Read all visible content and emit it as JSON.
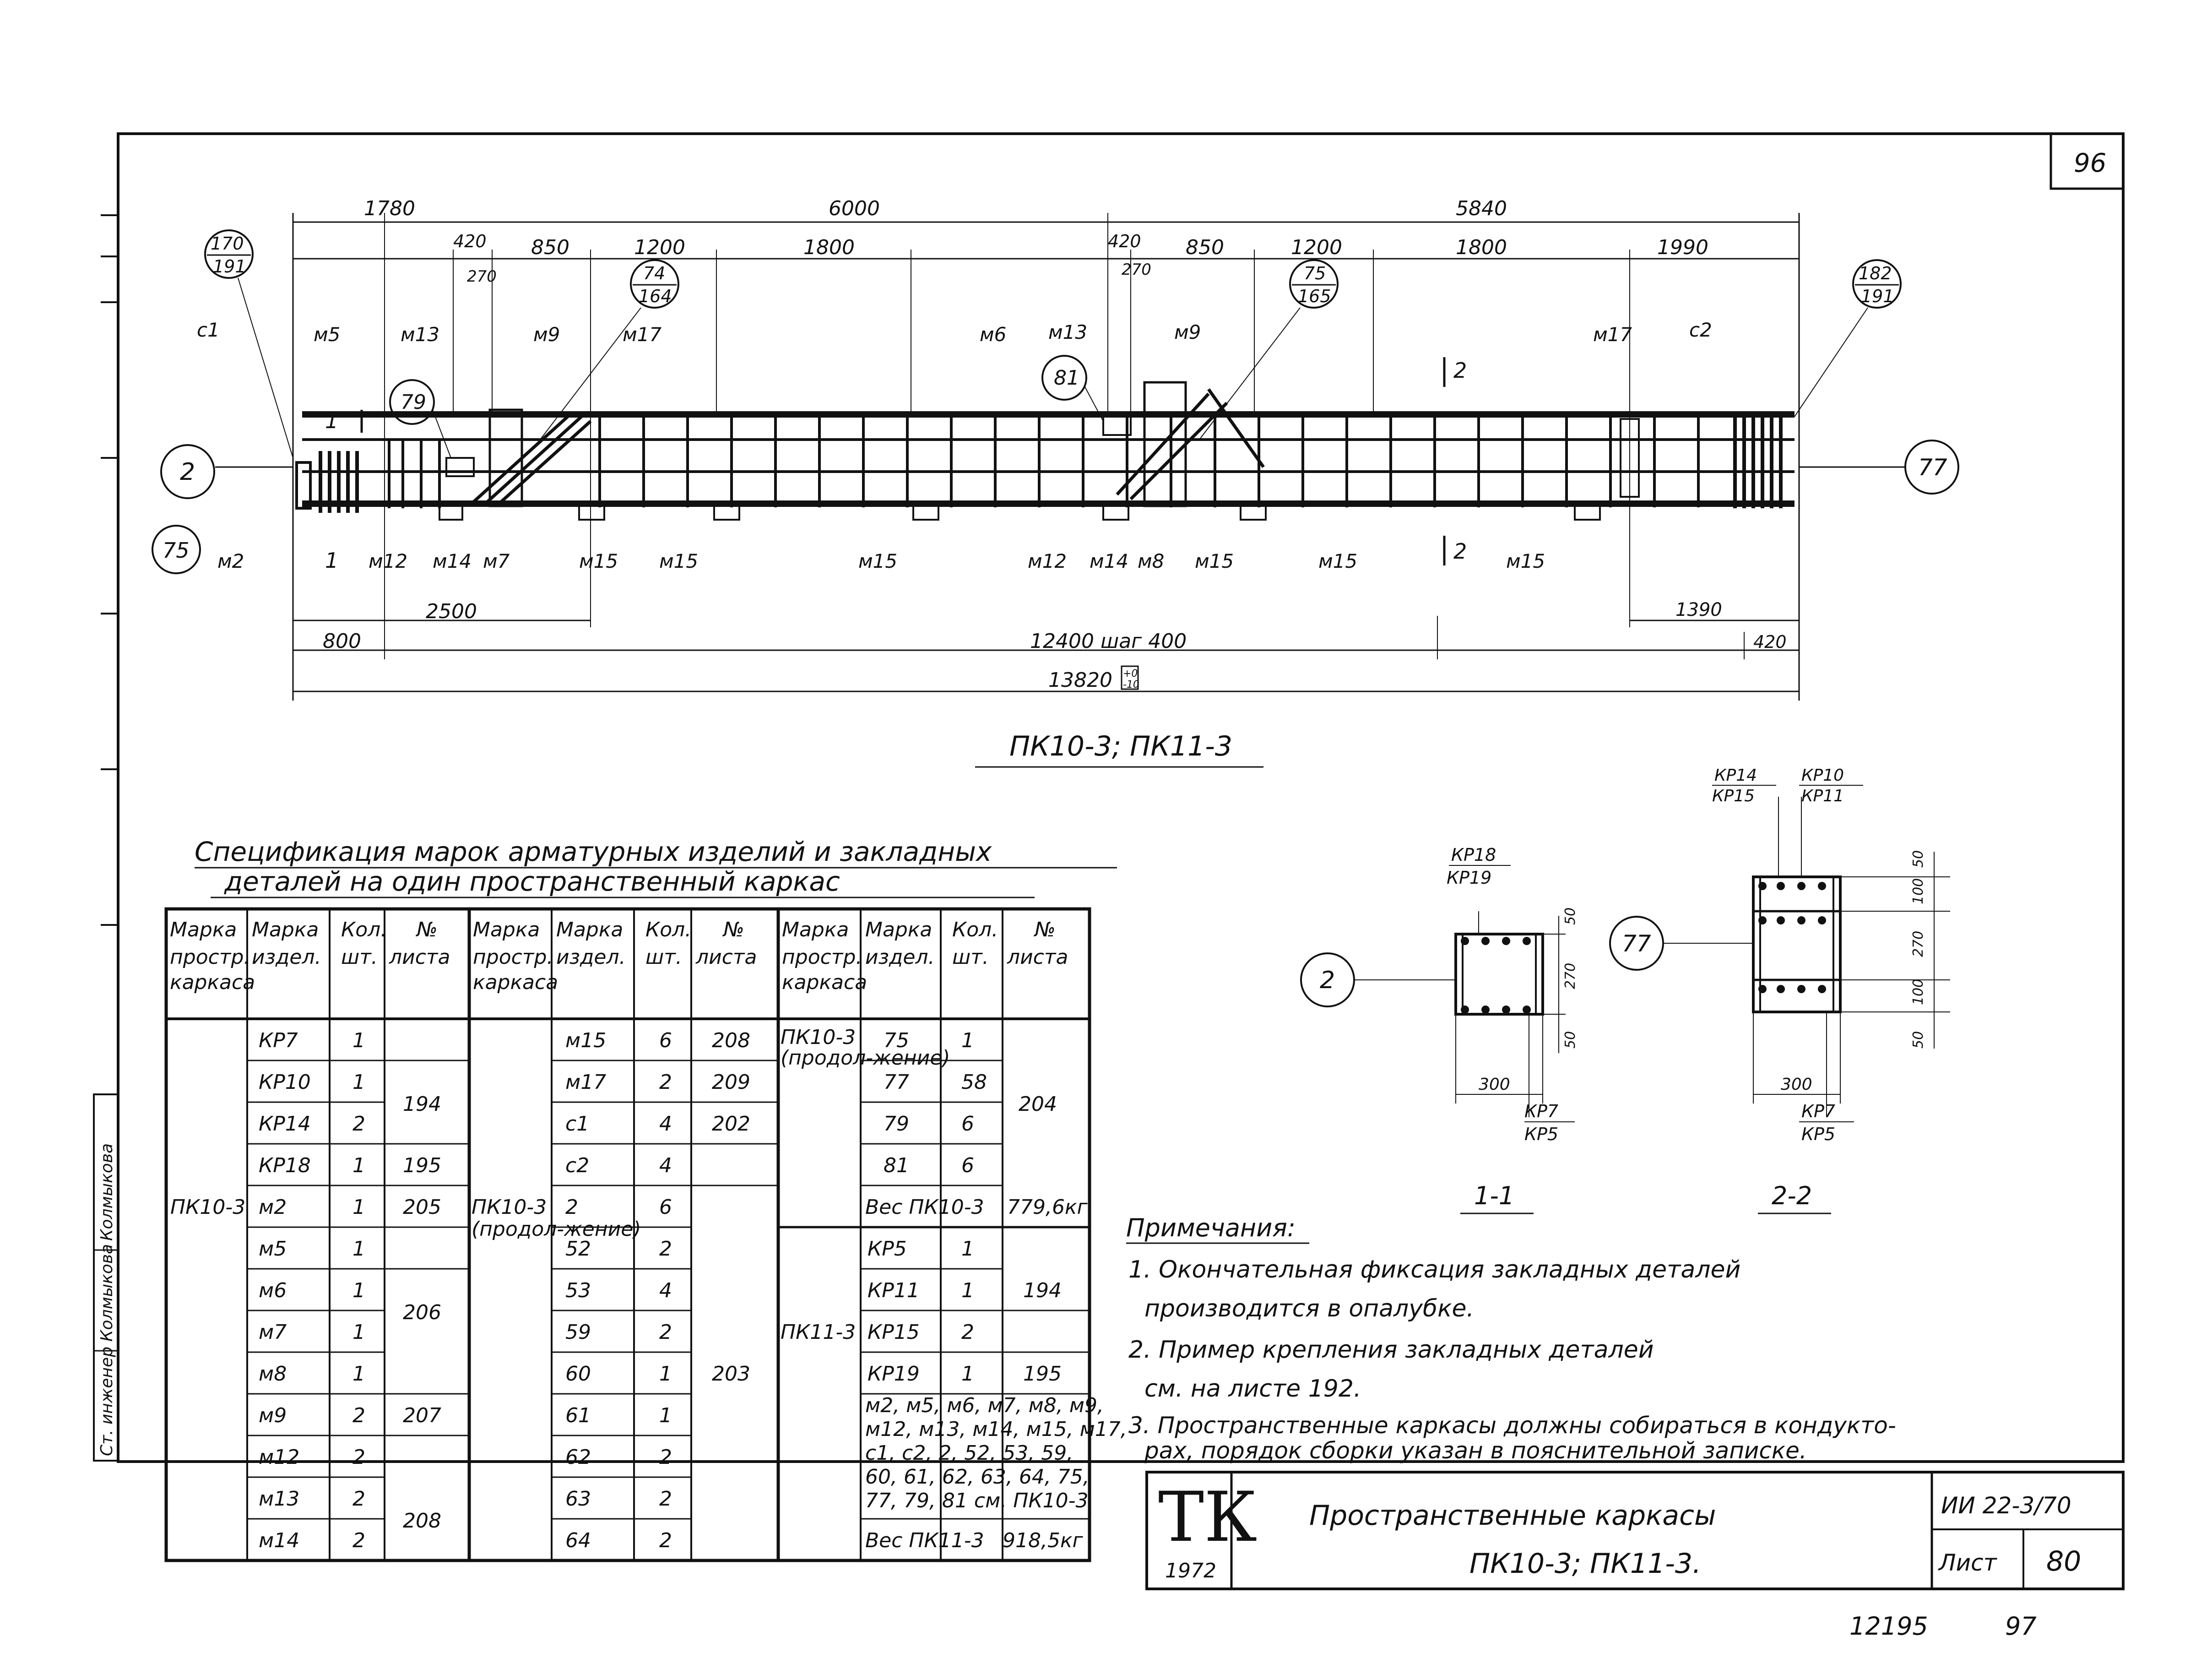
{
  "sheet": {
    "corner_number": "96",
    "bottom_numbers": [
      "12195",
      "97"
    ]
  },
  "side_stamp": {
    "role": "Ст. инженер",
    "name": "Колмыкова",
    "signature": "Колмыкова"
  },
  "drawing": {
    "title": "ПК10-3; ПК11-3",
    "dims_top": [
      "1780",
      "6000",
      "5840"
    ],
    "dims_second": [
      "420",
      "850",
      "1200",
      "1800",
      "420",
      "850",
      "1200",
      "1800",
      "1990"
    ],
    "dims_small": [
      "270",
      "270"
    ],
    "dims_bottom": [
      "800",
      "2500",
      "12400 шаг 400",
      "13820",
      "1390",
      "420"
    ],
    "tolerance": [
      "+0",
      "-10"
    ],
    "callout_circles": [
      {
        "id": "c170",
        "top": "170",
        "bottom": "191"
      },
      {
        "id": "c74",
        "top": "74",
        "bottom": "164"
      },
      {
        "id": "c75",
        "top": "75",
        "bottom": "165"
      },
      {
        "id": "c182",
        "top": "182",
        "bottom": "191"
      }
    ],
    "ref_circles": [
      "79",
      "81",
      "2",
      "75",
      "77"
    ],
    "labels_top": [
      "с1",
      "м5",
      "м13",
      "м9",
      "м17",
      "м6",
      "м13",
      "м9",
      "м17",
      "с2"
    ],
    "labels_bottom": [
      "м2",
      "м12",
      "м14",
      "м7",
      "м15",
      "м15",
      "м15",
      "м12",
      "м14",
      "м8",
      "м15",
      "м15",
      "м15"
    ],
    "section_marks": [
      "1",
      "1",
      "2",
      "2"
    ]
  },
  "spec": {
    "title_line1": "Спецификация марок арматурных изделий и закладных",
    "title_line2": "деталей на один пространственный каркас",
    "headers": [
      "Марка простр. каркаса",
      "Марка издел.",
      "Кол. шт.",
      "№ листа"
    ],
    "col1": {
      "frame": "ПК10-3",
      "rows": [
        [
          "КР7",
          "1"
        ],
        [
          "КР10",
          "1"
        ],
        [
          "КР14",
          "2"
        ],
        [
          "КР18",
          "1"
        ],
        [
          "м2",
          "1"
        ],
        [
          "м5",
          "1"
        ],
        [
          "м6",
          "1"
        ],
        [
          "м7",
          "1"
        ],
        [
          "м8",
          "1"
        ],
        [
          "м9",
          "2"
        ],
        [
          "м12",
          "2"
        ],
        [
          "м13",
          "2"
        ],
        [
          "м14",
          "2"
        ]
      ],
      "sheets": [
        {
          "text": "194",
          "row": 1
        },
        {
          "text": "195",
          "row": 3
        },
        {
          "text": "205",
          "row": 4
        },
        {
          "text": "206",
          "row": 6
        },
        {
          "text": "207",
          "row": 9
        },
        {
          "text": "208",
          "row": 11
        }
      ]
    },
    "col2": {
      "frame": "ПК10-3 (продол-жение)",
      "rows": [
        [
          "м15",
          "6"
        ],
        [
          "м17",
          "2"
        ],
        [
          "с1",
          "4"
        ],
        [
          "с2",
          "4"
        ],
        [
          "2",
          "6"
        ],
        [
          "52",
          "2"
        ],
        [
          "53",
          "4"
        ],
        [
          "59",
          "2"
        ],
        [
          "60",
          "1"
        ],
        [
          "61",
          "1"
        ],
        [
          "62",
          "2"
        ],
        [
          "63",
          "2"
        ],
        [
          "64",
          "2"
        ]
      ],
      "sheets": [
        {
          "text": "208",
          "row": 0
        },
        {
          "text": "209",
          "row": 1
        },
        {
          "text": "202",
          "row": 2
        },
        {
          "text": "203",
          "row": 8
        }
      ]
    },
    "col3": {
      "frame_a": "ПК10-3 (продол-жение)",
      "rows_a": [
        [
          "75",
          "1"
        ],
        [
          "77",
          "58"
        ],
        [
          "79",
          "6"
        ],
        [
          "81",
          "6"
        ]
      ],
      "sheet_a": "204",
      "weight_a_label": "Вес ПК10-3",
      "weight_a_value": "779,6кг",
      "frame_b": "ПК11-3",
      "rows_b": [
        [
          "КР5",
          "1"
        ],
        [
          "КР11",
          "1"
        ],
        [
          "КР15",
          "2"
        ],
        [
          "КР19",
          "1"
        ]
      ],
      "sheet_b1": "194",
      "sheet_b2": "195",
      "note_lines": [
        "м2, м5, м6, м7, м8, м9,",
        "м12, м13, м14, м15, м17,",
        "с1, с2, 2, 52, 53, 59,",
        "60, 61, 62, 63, 64, 75,",
        "77, 79, 81 см. ПК10-3"
      ],
      "weight_b_label": "Вес ПК11-3",
      "weight_b_value": "918,5кг"
    }
  },
  "sections": {
    "s11": {
      "caption": "1-1",
      "ref": "2",
      "top_labels": [
        "КР18",
        "КР19"
      ],
      "bottom_labels": [
        "КР7",
        "КР5"
      ],
      "dims": [
        "50",
        "270",
        "50",
        "300"
      ]
    },
    "s22": {
      "caption": "2-2",
      "ref": "77",
      "top_labels": [
        "КР14",
        "КР15",
        "КР10",
        "КР11"
      ],
      "bottom_labels": [
        "КР7",
        "КР5"
      ],
      "dims": [
        "50",
        "100",
        "270",
        "100",
        "50",
        "300"
      ]
    }
  },
  "notes": {
    "title": "Примечания:",
    "lines": [
      "1. Окончательная фиксация закладных деталей",
      "производится в опалубке.",
      "2. Пример крепления закладных деталей",
      "см. на листе 192.",
      "3. Пространственные каркасы должны собираться в кондукто-",
      "рах, порядок сборки указан в пояснительной записке."
    ]
  },
  "title_block": {
    "logo": "ТК",
    "year": "1972",
    "title_line1": "Пространственные каркасы",
    "title_line2": "ПК10-3; ПК11-3.",
    "series": "ИИ 22-3/70",
    "sheet_label": "Лист",
    "sheet_number": "80"
  }
}
